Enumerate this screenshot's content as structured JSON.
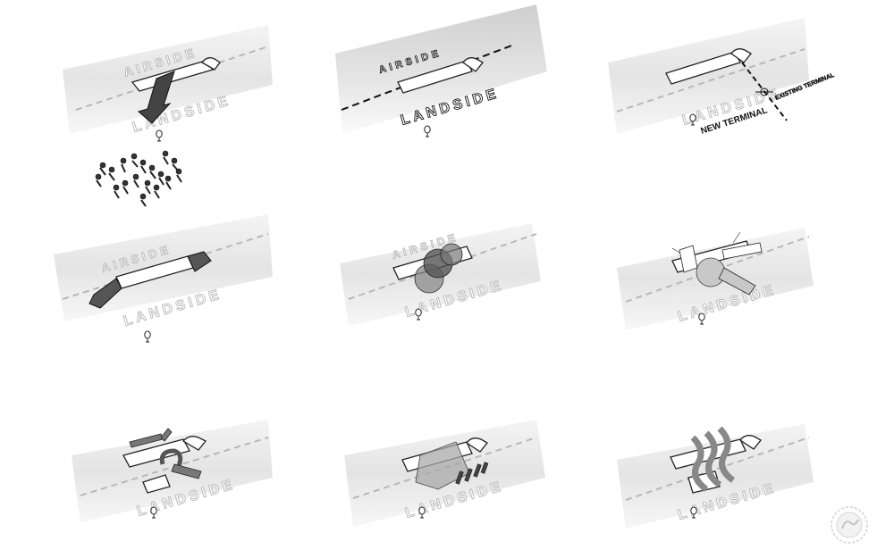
{
  "labels": {
    "airside": "AIRSIDE",
    "landside": "LANDSIDE",
    "new_terminal": "NEW TERMINAL",
    "existing_terminal": "EXISTING TERMINAL"
  },
  "colors": {
    "ground": "#e9e9e9",
    "ground_edge": "#f3f3f3",
    "building": "#ffffff",
    "building_stroke": "#222222",
    "dark_fill": "#555555",
    "mid_fill": "#8a8a8a",
    "light_fill": "#c8c8c8"
  }
}
